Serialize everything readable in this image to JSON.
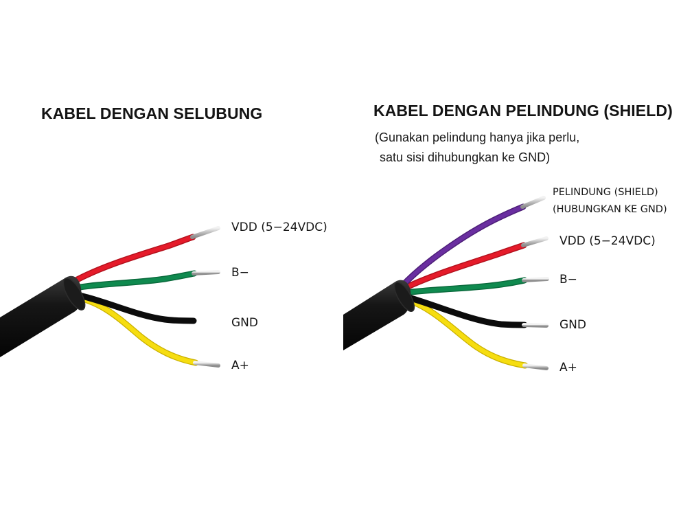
{
  "left_panel": {
    "title": "KABEL DENGAN SELUBUNG",
    "wires": [
      {
        "label": "VDD (5−24VDC)",
        "color": "#e51b2a"
      },
      {
        "label": "B−",
        "color": "#0f8a4f"
      },
      {
        "label": "GND",
        "color": "#151515"
      },
      {
        "label": "A+",
        "color": "#f6dd10"
      }
    ]
  },
  "right_panel": {
    "title": "KABEL DENGAN PELINDUNG (SHIELD)",
    "note_line1": "(Gunakan pelindung hanya jika perlu,",
    "note_line2": "satu sisi dihubungkan ke GND)",
    "shield_label_line1": "PELINDUNG (SHIELD)",
    "shield_label_line2": "(HUBUNGKAN KE GND)",
    "shield_color": "#6a2ea0",
    "wires": [
      {
        "label": "VDD (5−24VDC)",
        "color": "#e51b2a"
      },
      {
        "label": "B−",
        "color": "#0f8a4f"
      },
      {
        "label": "GND",
        "color": "#151515"
      },
      {
        "label": "A+",
        "color": "#f6dd10"
      }
    ]
  },
  "colors": {
    "cable_jacket": "#111111",
    "wire_tip": "#c8c8c8"
  }
}
